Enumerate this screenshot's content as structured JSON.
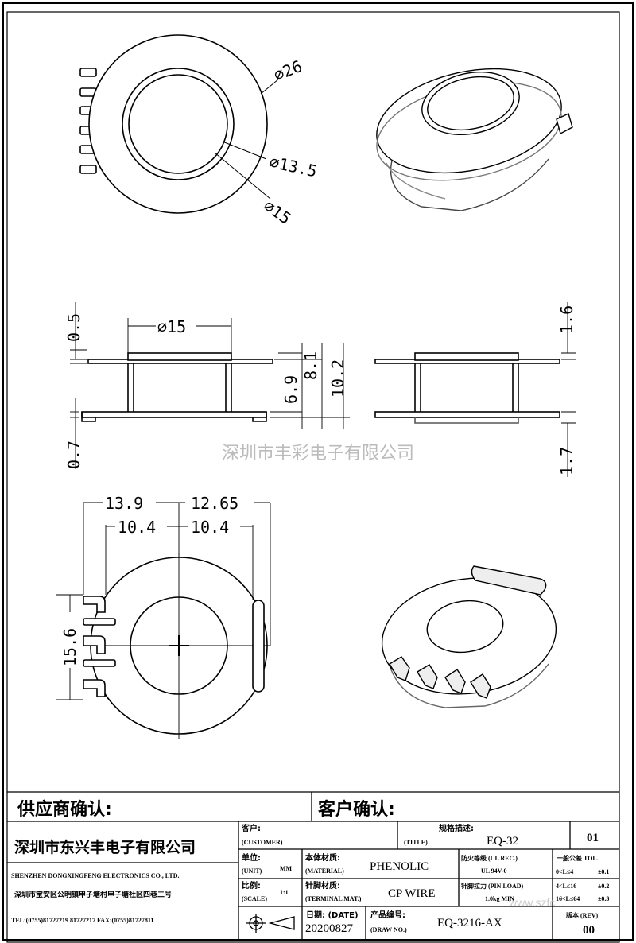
{
  "views": {
    "top": {
      "d_outer": "⌀26",
      "d_inner1": "⌀13.5",
      "d_inner2": "⌀15"
    },
    "front": {
      "flange_thk_top": "0.5",
      "d_top": "⌀15",
      "h1": "6.9",
      "h2": "8.1",
      "h3": "10.2",
      "flange_thk_bottom": "0.7"
    },
    "side": {
      "t_top": "1.6",
      "t_bottom": "1.7"
    },
    "bottom": {
      "w_left_outer": "13.9",
      "w_right_outer": "12.65",
      "w_left_inner": "10.4",
      "w_right_inner": "10.4",
      "h_pins": "15.6"
    }
  },
  "watermark": "深圳市丰彩电子有限公司",
  "watermark_url": "www.szfc...",
  "title_block": {
    "supplier_confirm": "供应商确认:",
    "customer_confirm": "客户确认:",
    "company_cn": "深圳市东兴丰电子有限公司",
    "company_en": "SHENZHEN DONGXINGFENG ELECTRONICS CO., LTD.",
    "address": "深圳市宝安区公明镇甲子塘村甲子塘社区四巷二号",
    "tel": "TEL:(0755)81727219  81727217   FAX:(0755)81727811",
    "customer_label": "客户:",
    "customer_label_en": "(CUSTOMER)",
    "spec_label": "规格描述:",
    "title_label_en": "(TITLE)",
    "title_value": "EQ-32",
    "sheet_no": "01",
    "unit_label": "单位:",
    "unit_label_en": "(UNIT)",
    "unit_value": "MM",
    "material_label": "本体材质:",
    "material_label_en": "(MATERIAL)",
    "material_value": "PHENOLIC",
    "fire_label": "防火等级 (UL REC.)",
    "fire_value": "UL 94V-0",
    "tol_header": "一般公差 TOL.",
    "tol_rows": [
      {
        "range": "0<L≤4",
        "tol": "±0.1"
      },
      {
        "range": "4<L≤16",
        "tol": "±0.2"
      },
      {
        "range": "16<L≤64",
        "tol": "±0.3"
      }
    ],
    "scale_label": "比例:",
    "scale_label_en": "(SCALE)",
    "scale_value": "1:1",
    "terminal_label": "针脚材质:",
    "terminal_label_en": "(TERMINAL MAT.)",
    "terminal_value": "CP WIRE",
    "pin_load_label": "针脚拉力 (PIN LOAD)",
    "pin_load_value": "1.0kg MIN",
    "date_label": "日期: (DATE)",
    "date_value": "20200827",
    "drawno_label": "产品编号:",
    "drawno_label_en": "(DRAW NO.)",
    "drawno_value": "EQ-3216-AX",
    "rev_label": "版本 (REV)",
    "rev_value": "00"
  }
}
